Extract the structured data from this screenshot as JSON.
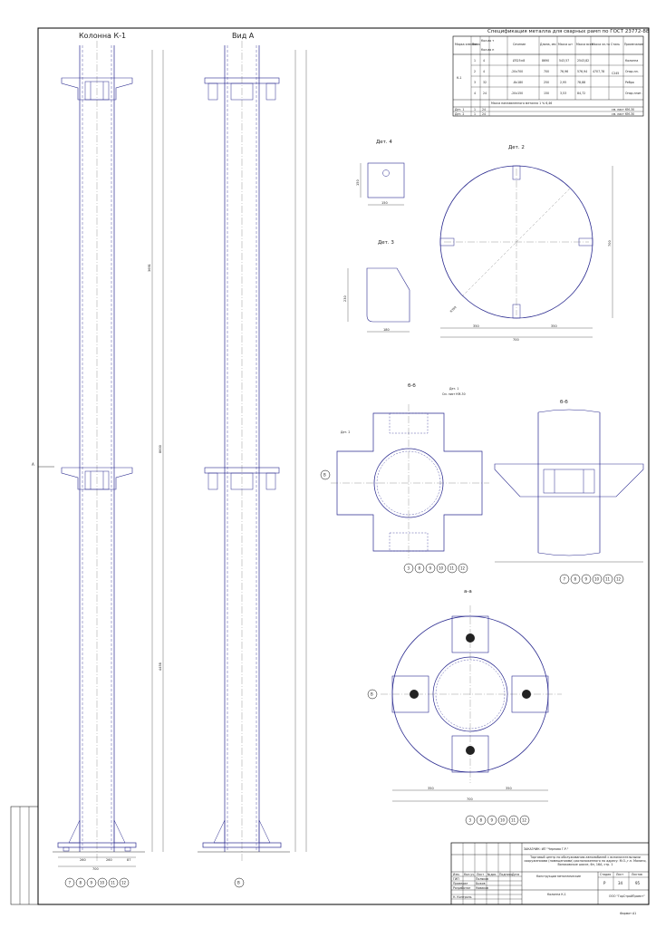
{
  "views": {
    "column_title": "Колонна К-1",
    "view_a_title": "Вид А",
    "det4_title": "Дет. 4",
    "det2_title": "Дет. 2",
    "det3_title": "Дет. 3",
    "section_bb_plan_title": "б-б",
    "section_bb_side_title": "б-б",
    "section_aa_title": "а-а"
  },
  "column_dims": {
    "total_height": "8600",
    "top_segment": "3691",
    "bottom_segment": "4458",
    "base_left": "260",
    "base_mid": "260",
    "base_right": "87",
    "base_width": "700"
  },
  "callouts": {
    "column_refs": [
      "7",
      "8",
      "9",
      "10",
      "11",
      "12"
    ],
    "section_bb_refs": [
      "3",
      "8",
      "9",
      "10",
      "11",
      "12"
    ],
    "section_aa_refs": [
      "3",
      "8",
      "9",
      "10",
      "11",
      "12"
    ],
    "side_bb_refs": [
      "7",
      "8",
      "9",
      "10",
      "11",
      "12"
    ],
    "view_letter": "В"
  },
  "det2": {
    "dim_total": "700",
    "dim_half_left": "350",
    "dim_half_right": "350",
    "dim_right": "700",
    "radius": "R350"
  },
  "det3": {
    "dim_w": "180",
    "dim_h": "230"
  },
  "det4": {
    "dim_w": "150",
    "dim_h": "150"
  },
  "section_aa": {
    "dim_total": "700",
    "dim_left": "350",
    "dim_right": "350"
  },
  "spec_table": {
    "title": "Спецификация металла для сварных рамп по ГОСТ 23772-88",
    "headers": [
      "Марка элемента",
      "Поз.",
      "Кол-во т",
      "Кол-во н",
      "Сечение",
      "Длина, мм",
      "Масса шт",
      "Масса всех",
      "Масса эл-та",
      "Сталь",
      "Примечание"
    ],
    "rows": [
      [
        "К-1",
        "1",
        "4",
        "",
        "Ø325×8",
        "8690",
        "543,57",
        "2543,82",
        "",
        "С245",
        "Колонна"
      ],
      [
        "",
        "2",
        "4",
        "",
        "-20x700",
        "700",
        "76,96",
        "576,94",
        "4707,78",
        "",
        "Опор.пл."
      ],
      [
        "",
        "3",
        "32",
        "",
        "-8x180",
        "250",
        "2,95",
        "78,88",
        "",
        "",
        "Ребро"
      ],
      [
        "",
        "4",
        "24",
        "",
        "-20x150",
        "150",
        "3,53",
        "84,72",
        "",
        "",
        "Опор.плит."
      ]
    ],
    "note_row": "Масса наплавленного металла 1 % 6,46",
    "det_rows": [
      [
        "Дет. 1",
        "1",
        "24",
        "",
        "",
        "",
        "",
        "",
        "",
        "",
        "см. лист КМ-30"
      ],
      [
        "Дет. 2",
        "1",
        "24",
        "",
        "",
        "",
        "",
        "",
        "",
        "",
        "см. лист КМ-30"
      ]
    ]
  },
  "title_block": {
    "customer": "ЗАКАЗЧИК: ИП \"Чернова Г.Р.\"",
    "project": "Торговый центр по обслуживанию автомобилей с вспомогательными сооружениями (помещениями) расположенного по адресу: М.О.,г.п. Малино, Волоковское шоссе, 6н, 16А, стр. 1",
    "sheet_name": "Колонна К-1",
    "section": "Конструкции металлические",
    "stage_label": "Стадия",
    "sheet_label": "Лист",
    "sheets_label": "Листов",
    "stage": "Р",
    "sheet_no": "34",
    "sheets_total": "95",
    "company": "ООО \"ГорСтройПроект\"",
    "format": "Формат А1",
    "roles": [
      "ГИП",
      "Проверил",
      "Разработал",
      "Н. Контроль"
    ],
    "names": [
      "Поляков",
      "Быков",
      "Новиков",
      ""
    ],
    "col_headers": [
      "Изм.",
      "Кол.уч.",
      "Лист",
      "№док.",
      "Подпись",
      "Дата"
    ]
  },
  "labels": {
    "det1_label": "Дет. 1",
    "det2_label": "Дет. 2",
    "sheet_ref": "См. лист КМ-30"
  }
}
